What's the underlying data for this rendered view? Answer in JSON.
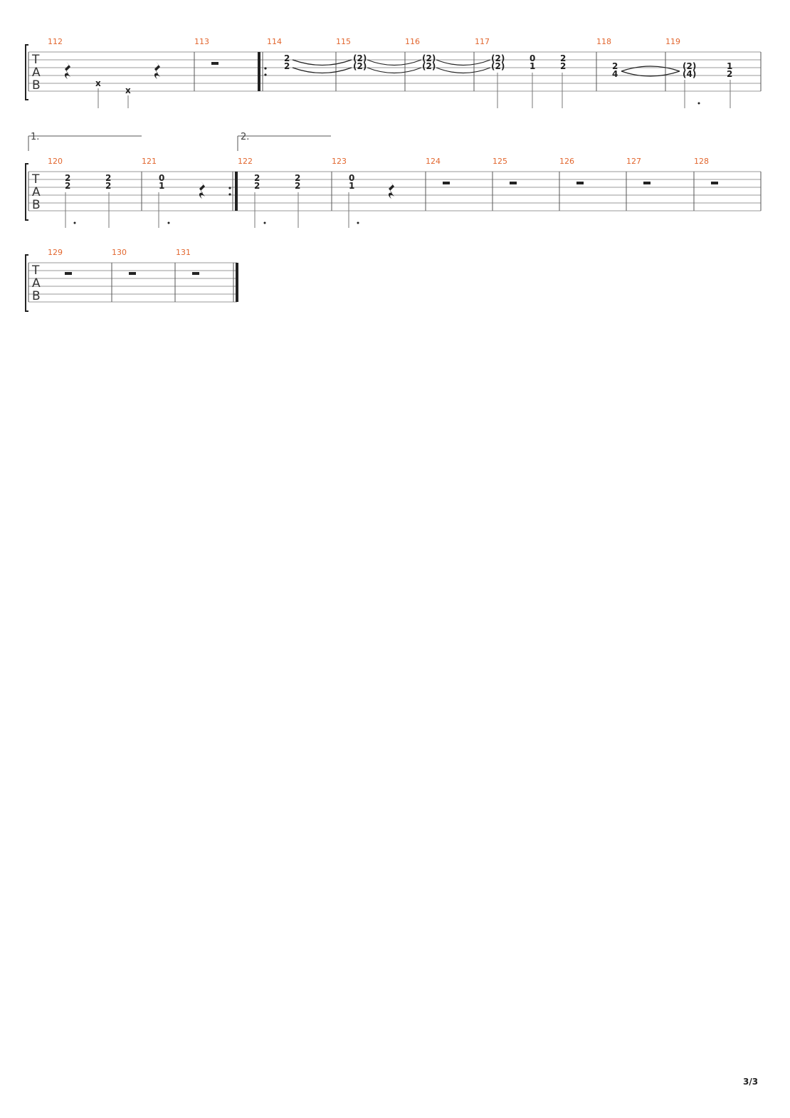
{
  "page_number": "3/3",
  "tab_letters": [
    "T",
    "A",
    "B"
  ],
  "endings": [
    "1.",
    "2."
  ],
  "systems": [
    {
      "measures": [
        "112",
        "113",
        "114",
        "115",
        "116",
        "117",
        "118",
        "119"
      ],
      "frets": [
        "2",
        "2",
        "(2)",
        "(2)",
        "(2)",
        "(2)",
        "(2)",
        "(2)",
        "0",
        "1",
        "2",
        "2",
        "2",
        "4",
        "(2)",
        "(4)",
        "1",
        "2"
      ],
      "muted": [
        "x",
        "x"
      ]
    },
    {
      "measures": [
        "120",
        "121",
        "122",
        "123",
        "124",
        "125",
        "126",
        "127",
        "128"
      ],
      "frets": [
        "2",
        "2",
        "2",
        "2",
        "0",
        "1",
        "2",
        "2",
        "2",
        "2",
        "0",
        "1"
      ]
    },
    {
      "measures": [
        "129",
        "130",
        "131"
      ],
      "frets": []
    }
  ]
}
